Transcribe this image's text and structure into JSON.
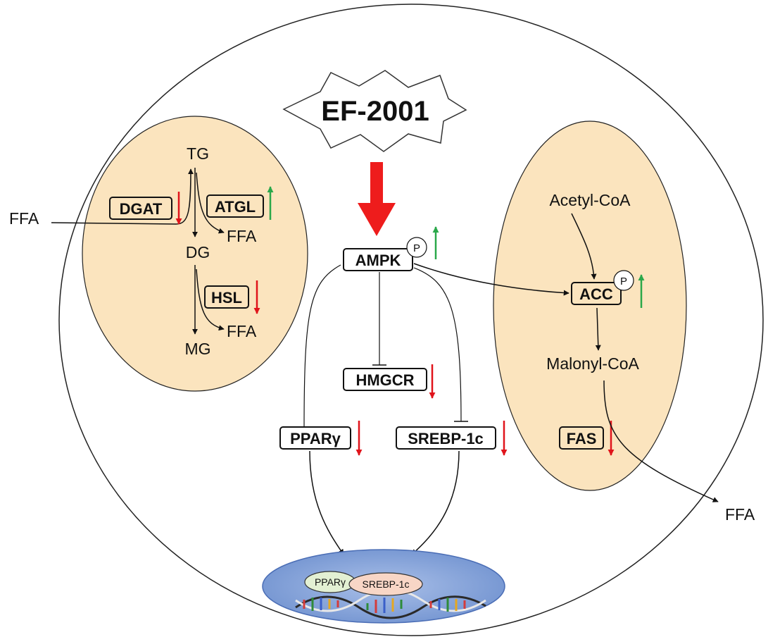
{
  "colors": {
    "compartment_fill": "#fbe4be",
    "nucleus_fill": "#7f9fd6",
    "increase_arrow": "#2aa84a",
    "decrease_arrow": "#e0141b",
    "main_arrow": "#ee1c1c",
    "ppar_fill": "#e3f0d3",
    "srebp_fill": "#f8d6c6"
  },
  "compound": "EF-2001",
  "center": {
    "ampk": "AMPK",
    "ampk_phospho": "P",
    "ampk_change": "up",
    "hmgcr": "HMGCR",
    "hmgcr_change": "down",
    "pparg": "PPARγ",
    "pparg_change": "down",
    "srebp": "SREBP-1c",
    "srebp_change": "down"
  },
  "left_compartment": {
    "tg": "TG",
    "dg": "DG",
    "mg": "MG",
    "ffa_external": "FFA",
    "ffa_from_atgl": "FFA",
    "ffa_from_hsl": "FFA",
    "dgat": "DGAT",
    "dgat_change": "down",
    "atgl": "ATGL",
    "atgl_change": "up",
    "hsl": "HSL",
    "hsl_change": "down"
  },
  "right_compartment": {
    "acetyl_coa": "Acetyl-CoA",
    "acc": "ACC",
    "acc_phospho": "P",
    "acc_change": "up",
    "malonyl_coa": "Malonyl-CoA",
    "fas": "FAS",
    "fas_change": "down",
    "ffa_out": "FFA"
  },
  "nucleus": {
    "pparg": "PPARγ",
    "srebp": "SREBP-1c"
  }
}
